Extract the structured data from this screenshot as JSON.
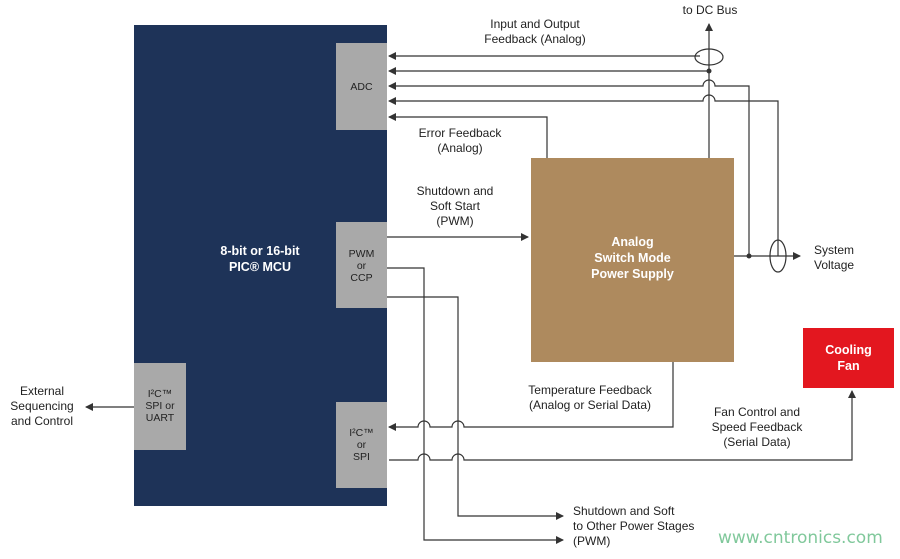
{
  "mcu": {
    "line1": "8-bit or 16-bit",
    "line2": "PIC® MCU"
  },
  "blocks": {
    "adc": "ADC",
    "pwm": [
      "PWM",
      "or",
      "CCP"
    ],
    "i2c_spi_uart": [
      "I²C™",
      "SPI or",
      "UART"
    ],
    "i2c_spi": [
      "I²C™",
      "or",
      "SPI"
    ],
    "power_supply": [
      "Analog",
      "Switch Mode",
      "Power Supply"
    ],
    "cooling_fan": [
      "Cooling",
      "Fan"
    ]
  },
  "labels": {
    "to_dc_bus": "to DC Bus",
    "input_output_feedback": [
      "Input and Output",
      "Feedback (Analog)"
    ],
    "error_feedback": [
      "Error Feedback",
      "(Analog)"
    ],
    "shutdown_soft_start": [
      "Shutdown and",
      "Soft Start",
      "(PWM)"
    ],
    "system_voltage": [
      "System",
      "Voltage"
    ],
    "external": [
      "External",
      "Sequencing",
      "and Control"
    ],
    "temperature_feedback": [
      "Temperature Feedback",
      "(Analog or Serial Data)"
    ],
    "fan_control": [
      "Fan Control and",
      "Speed Feedback",
      "(Serial Data)"
    ],
    "shutdown_other": [
      "Shutdown and Soft",
      "to Other Power Stages",
      "(PWM)"
    ]
  },
  "watermark": "www.cntronics.com",
  "colors": {
    "mcu_fill": "#1e3358",
    "block_fill": "#a9a9a9",
    "psu_fill": "#ae8a5e",
    "fan_fill": "#e3171f",
    "line": "#333333"
  }
}
